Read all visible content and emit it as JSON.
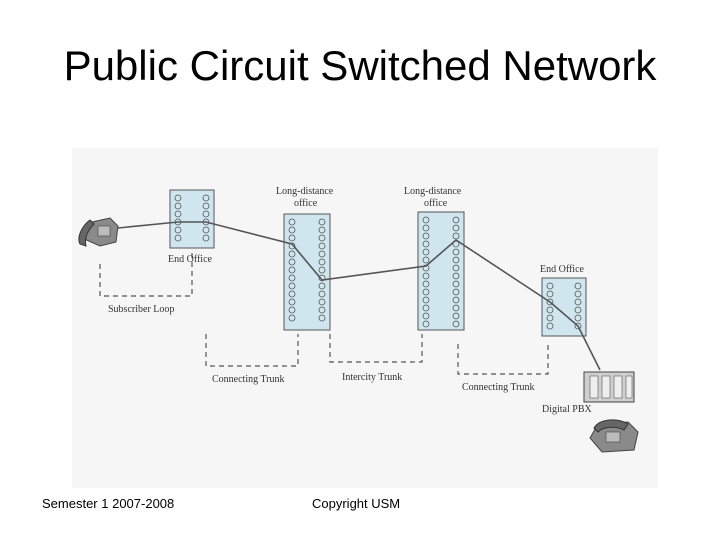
{
  "slide": {
    "title": "Public Circuit Switched Network",
    "footer_left": "Semester 1 2007-2008",
    "footer_center": "Copyright USM"
  },
  "diagram": {
    "labels": {
      "end_office_left": "End Office",
      "end_office_right": "End Office",
      "ld_office_1_line1": "Long-distance",
      "ld_office_1_line2": "office",
      "ld_office_2_line1": "Long-distance",
      "ld_office_2_line2": "office",
      "subscriber_loop": "Subscriber Loop",
      "connecting_trunk_left": "Connecting Trunk",
      "intercity_trunk": "Intercity Trunk",
      "connecting_trunk_right": "Connecting Trunk",
      "digital_pbx": "Digital PBX"
    },
    "colors": {
      "switch_fill": "#cfe6ee",
      "line": "#555555",
      "figure_bg": "#f6f6f6"
    },
    "icons": [
      "telephone-icon",
      "pbx-icon"
    ]
  }
}
